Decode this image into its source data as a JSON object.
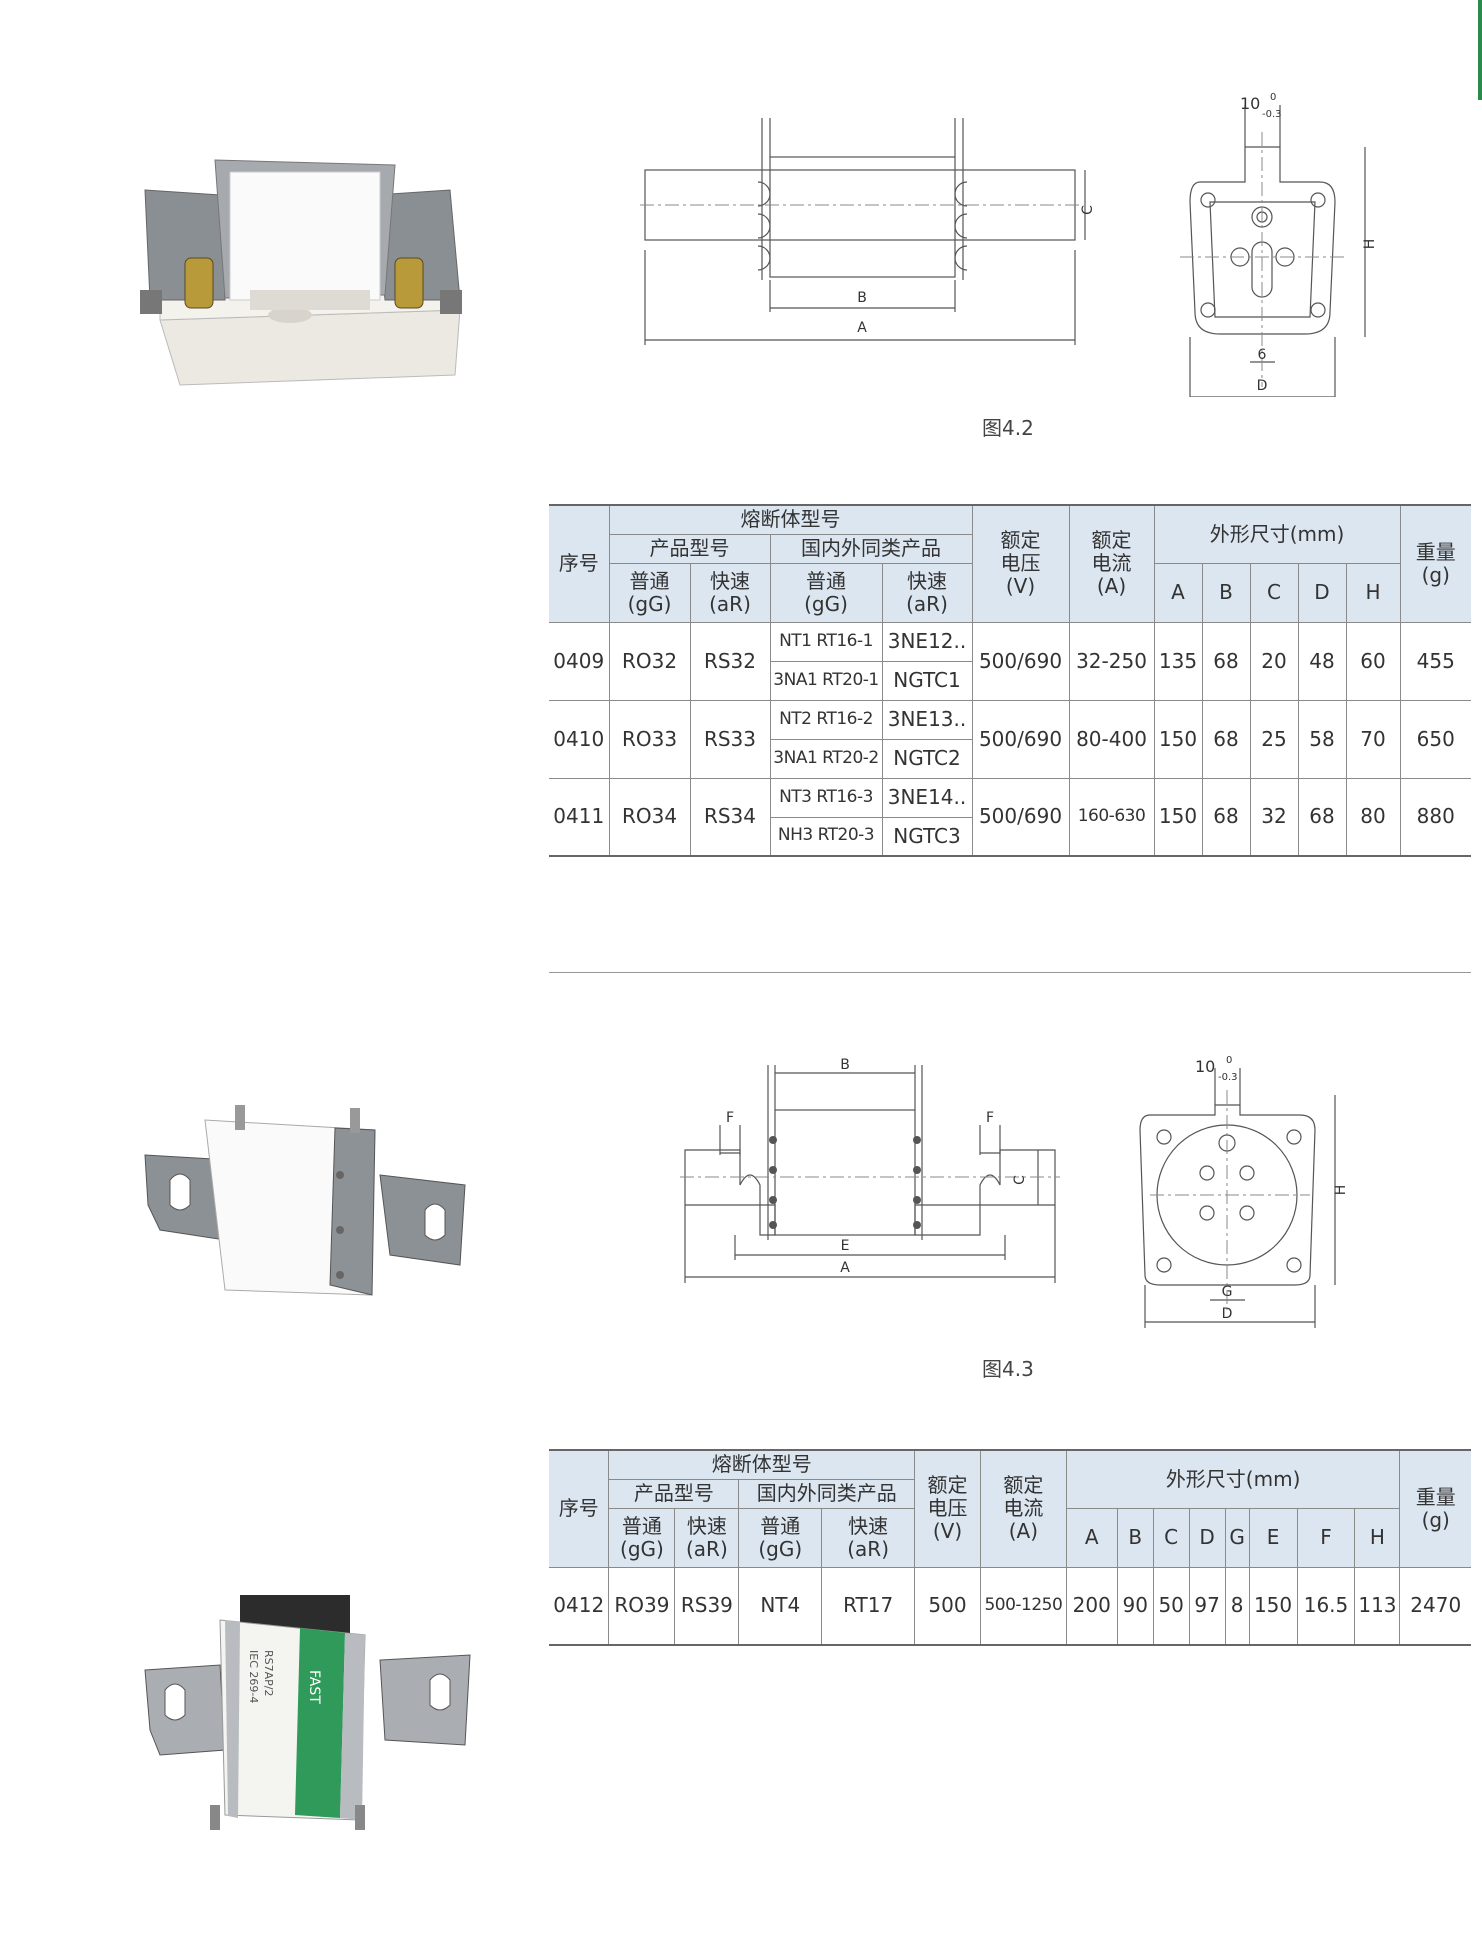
{
  "section1": {
    "caption": "图4.2",
    "drawing_labels": {
      "a": "A",
      "b": "B",
      "c": "C",
      "d": "D",
      "h": "H",
      "six": "6",
      "tol_main": "10",
      "tol_upper": "0",
      "tol_lower": "-0.3"
    },
    "table": {
      "h_series_no": "序号",
      "h_fuse_model": "熔断体型号",
      "h_product_model": "产品型号",
      "h_domestic": "国内外同类产品",
      "h_normal": "普通",
      "h_normal_gg": "(gG)",
      "h_fast": "快速",
      "h_fast_ar": "(aR)",
      "h_voltage_1": "额定",
      "h_voltage_2": "电压",
      "h_voltage_3": "(V)",
      "h_current_1": "额定",
      "h_current_2": "电流",
      "h_current_3": "(A)",
      "h_dims": "外形尺寸(mm)",
      "h_weight_1": "重量",
      "h_weight_2": "(g)",
      "dim_cols": [
        "A",
        "B",
        "C",
        "D",
        "H"
      ],
      "rows": [
        {
          "no": "0409",
          "gg": "RO32",
          "ar": "RS32",
          "eq1_gg": "NT1 RT16-1",
          "eq1_ar": "3NE12..",
          "eq2_gg": "3NA1 RT20-1",
          "eq2_ar": "NGTC1",
          "voltage": "500/690",
          "current": "32-250",
          "dims": [
            "135",
            "68",
            "20",
            "48",
            "60"
          ],
          "weight": "455"
        },
        {
          "no": "0410",
          "gg": "RO33",
          "ar": "RS33",
          "eq1_gg": "NT2 RT16-2",
          "eq1_ar": "3NE13..",
          "eq2_gg": "3NA1 RT20-2",
          "eq2_ar": "NGTC2",
          "voltage": "500/690",
          "current": "80-400",
          "dims": [
            "150",
            "68",
            "25",
            "58",
            "70"
          ],
          "weight": "650"
        },
        {
          "no": "0411",
          "gg": "RO34",
          "ar": "RS34",
          "eq1_gg": "NT3 RT16-3",
          "eq1_ar": "3NE14..",
          "eq2_gg": "NH3 RT20-3",
          "eq2_ar": "NGTC3",
          "voltage": "500/690",
          "current": "160-630",
          "dims": [
            "150",
            "68",
            "32",
            "68",
            "80"
          ],
          "weight": "880"
        }
      ]
    }
  },
  "section2": {
    "caption": "图4.3",
    "drawing_labels": {
      "a": "A",
      "b": "B",
      "c": "C",
      "d": "D",
      "e": "E",
      "f": "F",
      "g": "G",
      "h": "H",
      "tol_main": "10",
      "tol_upper": "0",
      "tol_lower": "-0.3"
    },
    "table": {
      "h_series_no": "序号",
      "h_fuse_model": "熔断体型号",
      "h_product_model": "产品型号",
      "h_domestic": "国内外同类产品",
      "h_normal": "普通",
      "h_normal_gg": "(gG)",
      "h_fast": "快速",
      "h_fast_ar": "(aR)",
      "h_voltage_1": "额定",
      "h_voltage_2": "电压",
      "h_voltage_3": "(V)",
      "h_current_1": "额定",
      "h_current_2": "电流",
      "h_current_3": "(A)",
      "h_dims": "外形尺寸(mm)",
      "h_weight_1": "重量",
      "h_weight_2": "(g)",
      "dim_cols": [
        "A",
        "B",
        "C",
        "D",
        "G",
        "E",
        "F",
        "H"
      ],
      "row": {
        "no": "0412",
        "gg": "RO39",
        "ar": "RS39",
        "eq_gg": "NT4",
        "eq_ar": "RT17",
        "voltage": "500",
        "current": "500-1250",
        "dims": [
          "200",
          "90",
          "50",
          "97",
          "8",
          "150",
          "16.5",
          "113"
        ],
        "weight": "2470"
      }
    }
  },
  "product_label": {
    "brand": "FAST",
    "standard": "IEC 269-4",
    "model": "RS7AP/2"
  },
  "colors": {
    "header_bg": "#dce6f0",
    "accent_green": "#2a8a4a"
  }
}
